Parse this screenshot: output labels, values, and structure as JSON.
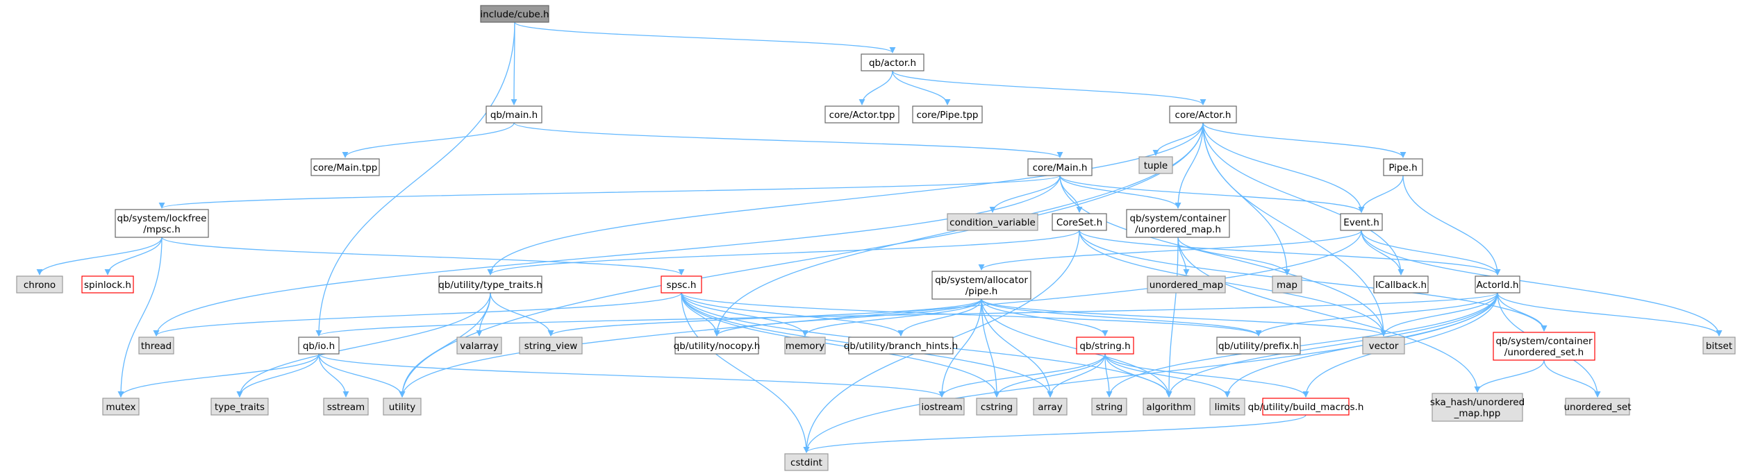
{
  "colors": {
    "edge": "#63b8ff",
    "node_normal_fill": "#ffffff",
    "node_normal_stroke": "#666666",
    "node_system_fill": "#e0e0e0",
    "node_system_stroke": "#999999",
    "node_root_fill": "#999999",
    "node_root_stroke": "#666666",
    "node_truncated_stroke": "#ff0000"
  },
  "nodes": [
    {
      "id": "n_cube",
      "lines": [
        "include/cube.h"
      ],
      "kind": "root"
    },
    {
      "id": "n_actor",
      "lines": [
        "qb/actor.h"
      ],
      "kind": "normal"
    },
    {
      "id": "n_main",
      "lines": [
        "qb/main.h"
      ],
      "kind": "normal"
    },
    {
      "id": "n_actortpp",
      "lines": [
        "core/Actor.tpp"
      ],
      "kind": "normal"
    },
    {
      "id": "n_pipetpp",
      "lines": [
        "core/Pipe.tpp"
      ],
      "kind": "normal"
    },
    {
      "id": "n_coreactor",
      "lines": [
        "core/Actor.h"
      ],
      "kind": "normal"
    },
    {
      "id": "n_maintpp",
      "lines": [
        "core/Main.tpp"
      ],
      "kind": "normal"
    },
    {
      "id": "n_tuple",
      "lines": [
        "tuple"
      ],
      "kind": "system"
    },
    {
      "id": "n_coremain",
      "lines": [
        "core/Main.h"
      ],
      "kind": "normal"
    },
    {
      "id": "n_pipeh",
      "lines": [
        "Pipe.h"
      ],
      "kind": "normal"
    },
    {
      "id": "n_mpsc",
      "lines": [
        "qb/system/lockfree",
        "/mpsc.h"
      ],
      "kind": "normal"
    },
    {
      "id": "n_condvar",
      "lines": [
        "condition_variable"
      ],
      "kind": "system"
    },
    {
      "id": "n_coreset",
      "lines": [
        "CoreSet.h"
      ],
      "kind": "normal"
    },
    {
      "id": "n_umaph",
      "lines": [
        "qb/system/container",
        "/unordered_map.h"
      ],
      "kind": "normal"
    },
    {
      "id": "n_event",
      "lines": [
        "Event.h"
      ],
      "kind": "normal"
    },
    {
      "id": "n_chrono",
      "lines": [
        "chrono"
      ],
      "kind": "system"
    },
    {
      "id": "n_spinlock",
      "lines": [
        "spinlock.h"
      ],
      "kind": "truncated"
    },
    {
      "id": "n_typetraits_qb",
      "lines": [
        "qb/utility/type_traits.h"
      ],
      "kind": "normal"
    },
    {
      "id": "n_spsc",
      "lines": [
        "spsc.h"
      ],
      "kind": "truncated"
    },
    {
      "id": "n_allocpipe",
      "lines": [
        "qb/system/allocator",
        "/pipe.h"
      ],
      "kind": "normal"
    },
    {
      "id": "n_unordered_map",
      "lines": [
        "unordered_map"
      ],
      "kind": "system"
    },
    {
      "id": "n_map",
      "lines": [
        "map"
      ],
      "kind": "system"
    },
    {
      "id": "n_icallback",
      "lines": [
        "ICallback.h"
      ],
      "kind": "normal"
    },
    {
      "id": "n_actorid",
      "lines": [
        "ActorId.h"
      ],
      "kind": "normal"
    },
    {
      "id": "n_thread",
      "lines": [
        "thread"
      ],
      "kind": "system"
    },
    {
      "id": "n_qbio",
      "lines": [
        "qb/io.h"
      ],
      "kind": "normal"
    },
    {
      "id": "n_valarray",
      "lines": [
        "valarray"
      ],
      "kind": "system"
    },
    {
      "id": "n_string_view",
      "lines": [
        "string_view"
      ],
      "kind": "system"
    },
    {
      "id": "n_nocopy",
      "lines": [
        "qb/utility/nocopy.h"
      ],
      "kind": "normal"
    },
    {
      "id": "n_memory",
      "lines": [
        "memory"
      ],
      "kind": "system"
    },
    {
      "id": "n_branch",
      "lines": [
        "qb/utility/branch_hints.h"
      ],
      "kind": "normal"
    },
    {
      "id": "n_qbstring",
      "lines": [
        "qb/string.h"
      ],
      "kind": "truncated"
    },
    {
      "id": "n_prefix",
      "lines": [
        "qb/utility/prefix.h"
      ],
      "kind": "normal"
    },
    {
      "id": "n_vector",
      "lines": [
        "vector"
      ],
      "kind": "system"
    },
    {
      "id": "n_usetph",
      "lines": [
        "qb/system/container",
        "/unordered_set.h"
      ],
      "kind": "truncated"
    },
    {
      "id": "n_bitset",
      "lines": [
        "bitset"
      ],
      "kind": "system"
    },
    {
      "id": "n_mutex",
      "lines": [
        "mutex"
      ],
      "kind": "system"
    },
    {
      "id": "n_type_traits",
      "lines": [
        "type_traits"
      ],
      "kind": "system"
    },
    {
      "id": "n_sstream",
      "lines": [
        "sstream"
      ],
      "kind": "system"
    },
    {
      "id": "n_utility",
      "lines": [
        "utility"
      ],
      "kind": "system"
    },
    {
      "id": "n_iostream",
      "lines": [
        "iostream"
      ],
      "kind": "system"
    },
    {
      "id": "n_cstring",
      "lines": [
        "cstring"
      ],
      "kind": "system"
    },
    {
      "id": "n_array",
      "lines": [
        "array"
      ],
      "kind": "system"
    },
    {
      "id": "n_string",
      "lines": [
        "string"
      ],
      "kind": "system"
    },
    {
      "id": "n_algorithm",
      "lines": [
        "algorithm"
      ],
      "kind": "system"
    },
    {
      "id": "n_limits",
      "lines": [
        "limits"
      ],
      "kind": "system"
    },
    {
      "id": "n_buildmacros",
      "lines": [
        "qb/utility/build_macros.h"
      ],
      "kind": "truncated"
    },
    {
      "id": "n_skahash",
      "lines": [
        "ska_hash/unordered",
        "_map.hpp"
      ],
      "kind": "system"
    },
    {
      "id": "n_unordered_set",
      "lines": [
        "unordered_set"
      ],
      "kind": "system"
    },
    {
      "id": "n_cstdint",
      "lines": [
        "cstdint"
      ],
      "kind": "system"
    }
  ],
  "edges": [
    [
      "n_cube",
      "n_actor"
    ],
    [
      "n_cube",
      "n_main"
    ],
    [
      "n_cube",
      "n_qbio"
    ],
    [
      "n_actor",
      "n_actortpp"
    ],
    [
      "n_actor",
      "n_pipetpp"
    ],
    [
      "n_actor",
      "n_coreactor"
    ],
    [
      "n_main",
      "n_maintpp"
    ],
    [
      "n_main",
      "n_coremain"
    ],
    [
      "n_coreactor",
      "n_tuple"
    ],
    [
      "n_coreactor",
      "n_pipeh"
    ],
    [
      "n_coreactor",
      "n_event"
    ],
    [
      "n_coreactor",
      "n_umaph"
    ],
    [
      "n_coreactor",
      "n_map"
    ],
    [
      "n_coreactor",
      "n_icallback"
    ],
    [
      "n_coreactor",
      "n_vector"
    ],
    [
      "n_coreactor",
      "n_typetraits_qb"
    ],
    [
      "n_coreactor",
      "n_nocopy"
    ],
    [
      "n_coreactor",
      "n_utility"
    ],
    [
      "n_coremain",
      "n_mpsc"
    ],
    [
      "n_coremain",
      "n_condvar"
    ],
    [
      "n_coremain",
      "n_coreset"
    ],
    [
      "n_coremain",
      "n_umaph"
    ],
    [
      "n_coremain",
      "n_event"
    ],
    [
      "n_coremain",
      "n_thread"
    ],
    [
      "n_coremain",
      "n_vector"
    ],
    [
      "n_pipeh",
      "n_event"
    ],
    [
      "n_pipeh",
      "n_actorid"
    ],
    [
      "n_mpsc",
      "n_chrono"
    ],
    [
      "n_mpsc",
      "n_spinlock"
    ],
    [
      "n_mpsc",
      "n_mutex"
    ],
    [
      "n_mpsc",
      "n_spsc"
    ],
    [
      "n_coreset",
      "n_typetraits_qb"
    ],
    [
      "n_coreset",
      "n_actorid"
    ],
    [
      "n_coreset",
      "n_vector"
    ],
    [
      "n_coreset",
      "n_usetph"
    ],
    [
      "n_coreset",
      "n_cstdint"
    ],
    [
      "n_umaph",
      "n_unordered_map"
    ],
    [
      "n_umaph",
      "n_map"
    ],
    [
      "n_umaph",
      "n_skahash"
    ],
    [
      "n_umaph",
      "n_algorithm"
    ],
    [
      "n_event",
      "n_allocpipe"
    ],
    [
      "n_event",
      "n_icallback"
    ],
    [
      "n_event",
      "n_actorid"
    ],
    [
      "n_event",
      "n_utility"
    ],
    [
      "n_event",
      "n_bitset"
    ],
    [
      "n_typetraits_qb",
      "n_valarray"
    ],
    [
      "n_typetraits_qb",
      "n_string_view"
    ],
    [
      "n_typetraits_qb",
      "n_utility"
    ],
    [
      "n_typetraits_qb",
      "n_type_traits"
    ],
    [
      "n_spsc",
      "n_thread"
    ],
    [
      "n_spsc",
      "n_nocopy"
    ],
    [
      "n_spsc",
      "n_memory"
    ],
    [
      "n_spsc",
      "n_branch"
    ],
    [
      "n_spsc",
      "n_prefix"
    ],
    [
      "n_spsc",
      "n_algorithm"
    ],
    [
      "n_spsc",
      "n_array"
    ],
    [
      "n_spsc",
      "n_cstring"
    ],
    [
      "n_spsc",
      "n_cstdint"
    ],
    [
      "n_allocpipe",
      "n_string_view"
    ],
    [
      "n_allocpipe",
      "n_nocopy"
    ],
    [
      "n_allocpipe",
      "n_memory"
    ],
    [
      "n_allocpipe",
      "n_branch"
    ],
    [
      "n_allocpipe",
      "n_prefix"
    ],
    [
      "n_allocpipe",
      "n_qbstring"
    ],
    [
      "n_allocpipe",
      "n_vector"
    ],
    [
      "n_allocpipe",
      "n_iostream"
    ],
    [
      "n_allocpipe",
      "n_cstring"
    ],
    [
      "n_allocpipe",
      "n_array"
    ],
    [
      "n_allocpipe",
      "n_algorithm"
    ],
    [
      "n_actorid",
      "n_qbio"
    ],
    [
      "n_actorid",
      "n_prefix"
    ],
    [
      "n_actorid",
      "n_vector"
    ],
    [
      "n_actorid",
      "n_usetph"
    ],
    [
      "n_actorid",
      "n_bitset"
    ],
    [
      "n_actorid",
      "n_unordered_set"
    ],
    [
      "n_actorid",
      "n_limits"
    ],
    [
      "n_actorid",
      "n_buildmacros"
    ],
    [
      "n_actorid",
      "n_cstdint"
    ],
    [
      "n_actorid",
      "n_algorithm"
    ],
    [
      "n_actorid",
      "n_string"
    ],
    [
      "n_qbio",
      "n_mutex"
    ],
    [
      "n_qbio",
      "n_type_traits"
    ],
    [
      "n_qbio",
      "n_sstream"
    ],
    [
      "n_qbio",
      "n_utility"
    ],
    [
      "n_qbio",
      "n_iostream"
    ],
    [
      "n_qbstring",
      "n_iostream"
    ],
    [
      "n_qbstring",
      "n_cstring"
    ],
    [
      "n_qbstring",
      "n_array"
    ],
    [
      "n_qbstring",
      "n_string"
    ],
    [
      "n_qbstring",
      "n_algorithm"
    ],
    [
      "n_qbstring",
      "n_limits"
    ],
    [
      "n_qbstring",
      "n_buildmacros"
    ],
    [
      "n_usetph",
      "n_skahash"
    ],
    [
      "n_usetph",
      "n_unordered_set"
    ],
    [
      "n_buildmacros",
      "n_cstdint"
    ]
  ]
}
